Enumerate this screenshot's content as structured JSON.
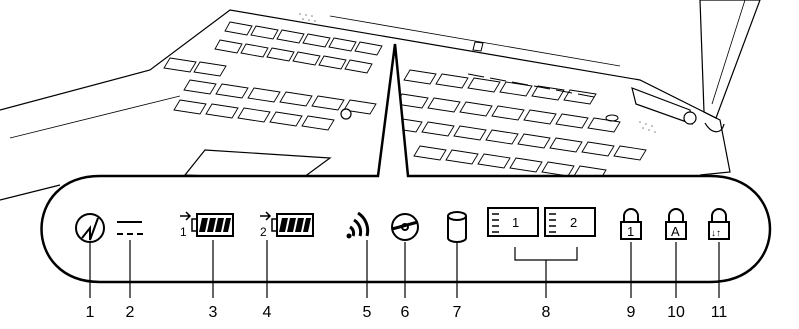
{
  "diagram": {
    "indicators": [
      {
        "number": "1",
        "icon": "power-icon"
      },
      {
        "number": "2",
        "icon": "dc-in-icon"
      },
      {
        "number": "3",
        "icon": "battery-1-icon",
        "slot": "1"
      },
      {
        "number": "4",
        "icon": "battery-2-icon",
        "slot": "2"
      },
      {
        "number": "5",
        "icon": "wireless-icon"
      },
      {
        "number": "6",
        "icon": "optical-drive-icon"
      },
      {
        "number": "7",
        "icon": "hard-disk-icon"
      },
      {
        "number": "8",
        "icon": "pc-card-slots-icon",
        "slots": [
          "1",
          "2"
        ]
      },
      {
        "number": "9",
        "icon": "num-lock-icon",
        "glyph": "1"
      },
      {
        "number": "10",
        "icon": "caps-lock-icon",
        "glyph": "A"
      },
      {
        "number": "11",
        "icon": "scroll-lock-icon",
        "glyph": "↓↑"
      }
    ]
  }
}
